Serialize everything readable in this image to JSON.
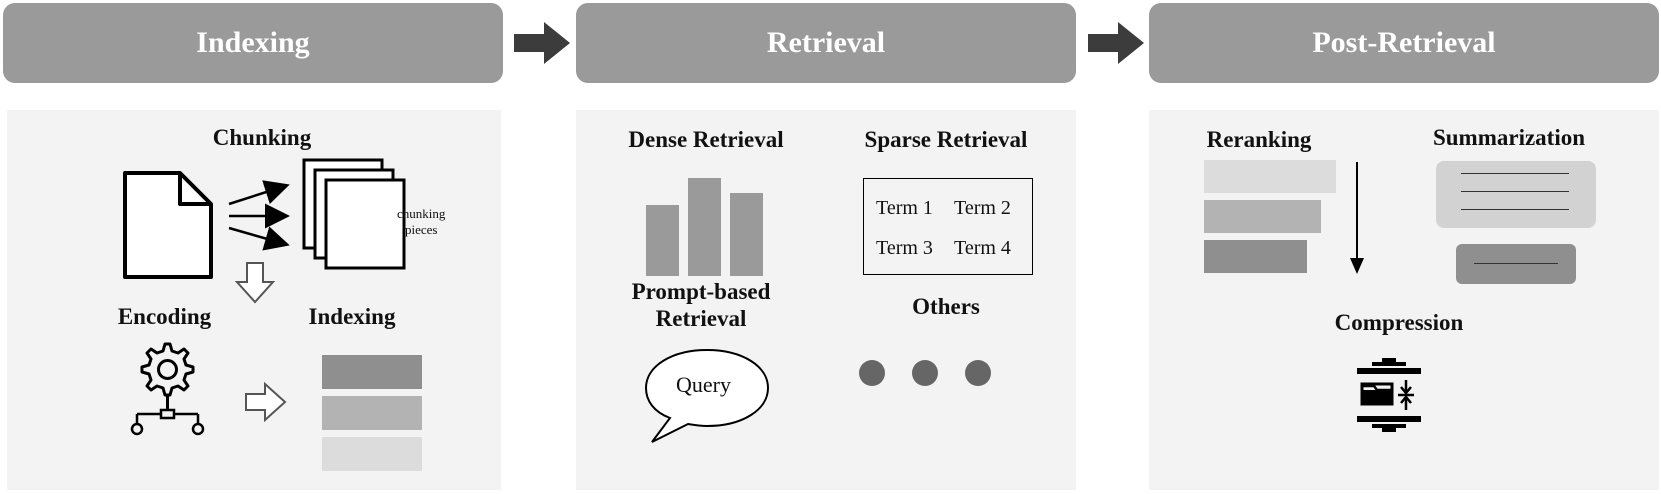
{
  "stages": {
    "indexing": {
      "title": "Indexing"
    },
    "retrieval": {
      "title": "Retrieval"
    },
    "post_retrieval": {
      "title": "Post-Retrieval"
    }
  },
  "indexing_panel": {
    "chunking_label": "Chunking",
    "chunking_pieces_line1": "chunking",
    "chunking_pieces_line2": "pieces",
    "encoding_label": "Encoding",
    "indexing_label": "Indexing"
  },
  "retrieval_panel": {
    "dense_label": "Dense Retrieval",
    "sparse_label": "Sparse Retrieval",
    "terms": [
      "Term 1",
      "Term 2",
      "Term 3",
      "Term 4"
    ],
    "prompt_label_line1": "Prompt-based",
    "prompt_label_line2": "Retrieval",
    "query_text": "Query",
    "others_label": "Others"
  },
  "post_panel": {
    "reranking_label": "Reranking",
    "summarization_label": "Summarization",
    "compression_label": "Compression"
  },
  "colors": {
    "header_bg": "#9a9a9a",
    "panel_bg": "#f3f3f3",
    "arrow": "#3c3c3c",
    "bar_dark": "#8f8f8f",
    "bar_mid": "#b3b3b3",
    "bar_light": "#dcdcdc",
    "dots": "#666666"
  }
}
